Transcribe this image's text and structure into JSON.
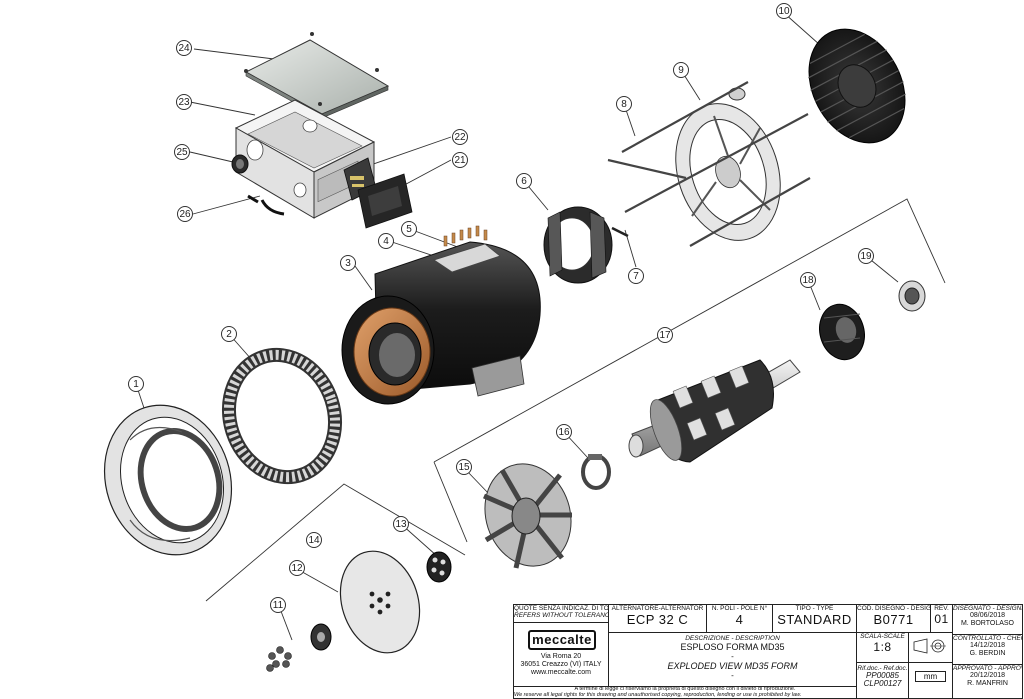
{
  "callouts": [
    "1",
    "2",
    "3",
    "4",
    "5",
    "6",
    "7",
    "8",
    "9",
    "10",
    "11",
    "12",
    "13",
    "14",
    "15",
    "16",
    "17",
    "18",
    "19",
    "21",
    "22",
    "23",
    "24",
    "25",
    "26"
  ],
  "title_block": {
    "tolerance_note_it": "QUOTE SENZA INDICAZ. DI TOLL.",
    "tolerance_note_en": "REFERS WITHOUT TOLERANCE",
    "alternator_label": "ALTERNATORE-ALTERNATOR",
    "alternator_value": "ECP 32 C",
    "poles_label": "N. POLI - POLE N°",
    "poles_value": "4",
    "type_label": "TIPO - TYPE",
    "type_value": "STANDARD",
    "design_code_label": "COD. DISEGNO - DESIGN COD.",
    "design_code_value": "B0771",
    "rev_label": "REV.",
    "rev_value": "01",
    "designed_label": "DISEGNATO - DESIGNED BY",
    "designed_date": "08/06/2018",
    "designed_name": "M. BORTOLASO",
    "description_label": "DESCRIZIONE - DESCRIPTION",
    "description_it": "ESPLOSO FORMA MD35",
    "description_dash": "-",
    "description_en": "EXPLODED VIEW MD35 FORM",
    "description_dash2": "-",
    "scale_label": "SCALA-SCALE",
    "scale_value": "1:8",
    "checked_label": "CONTROLLATO - CHECKED BY",
    "checked_date": "14/12/2018",
    "checked_name": "G. BERDIN",
    "ref_label": "Rif.doc.- Ref.doc.",
    "ref_1": "PP00085",
    "ref_2": "CLP00127",
    "unit": "mm",
    "approved_label": "APPROVATO - APPROVED BY",
    "approved_date": "20/12/2018",
    "approved_name": "R. MANFRIN",
    "logo": "meccalte",
    "address_1": "Via Roma 20",
    "address_2": "36051 Creazzo (VI) ITALY",
    "address_3": "www.meccalte.com",
    "legal_1": "A termine di legge ci riserviamo la proprietà di questo disegno con il divieto di riproduzione.",
    "legal_2": "We reserve all legal rights for this drawing and unauthorised copying, reproduction, lending or use is prohibited by law."
  }
}
